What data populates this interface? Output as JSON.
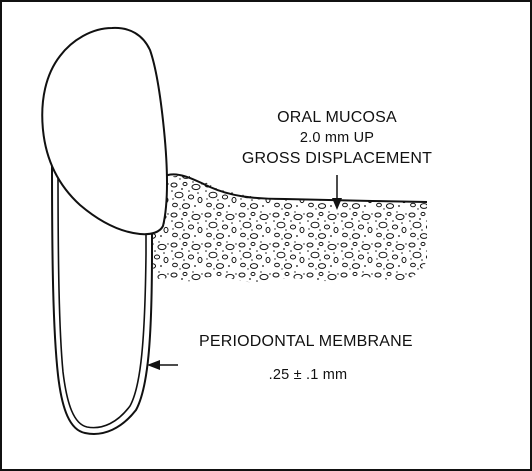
{
  "labels": {
    "oral_mucosa": "ORAL MUCOSA",
    "mucosa_value": "2.0 mm UP",
    "displacement": "GROSS DISPLACEMENT",
    "periodontal": "PERIODONTAL MEMBRANE",
    "periodontal_value": ".25 ± .1 mm"
  }
}
